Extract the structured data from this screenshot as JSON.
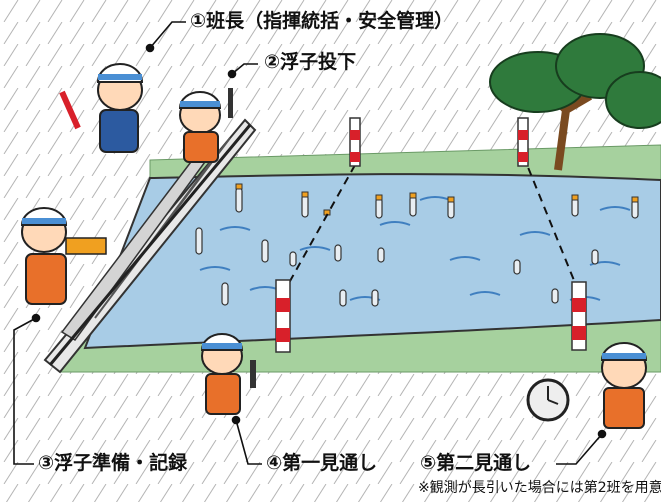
{
  "labels": {
    "leader": "①班長（指揮統括・安全管理）",
    "float_drop": "②浮子投下",
    "float_prep": "③浮子準備・記録",
    "first_sight": "④第一見通し",
    "second_sight": "⑤第二見通し"
  },
  "note": "※観測が長引いた場合には第2班を用意",
  "colors": {
    "water": "#a8cce6",
    "water_lines": "#3f7fc0",
    "grass_bank": "#a6d19e",
    "helmet": "#ffffff",
    "vest": "#e8702a",
    "uniform": "#2c5aa0",
    "tree": "#2f7a3c",
    "pole_red": "#d8202a"
  },
  "icons": [
    "rain",
    "river",
    "bridge-railing",
    "tree",
    "survey-pole",
    "float",
    "stopwatch",
    "radio"
  ]
}
